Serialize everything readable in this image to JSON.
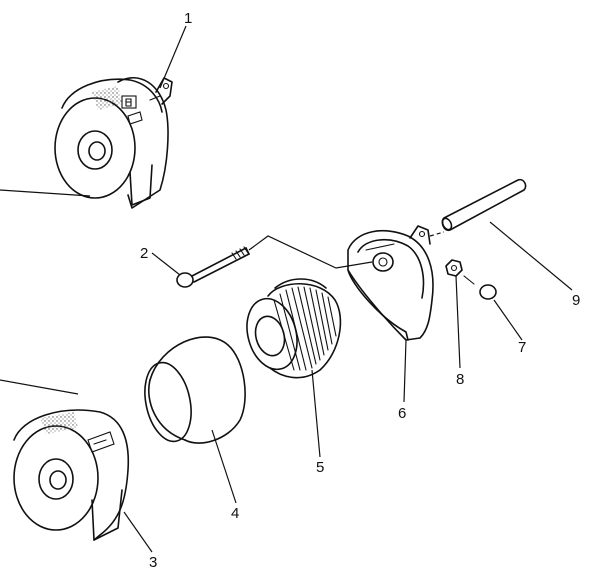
{
  "callouts": [
    {
      "id": "1",
      "label": "1"
    },
    {
      "id": "2",
      "label": "2"
    },
    {
      "id": "3",
      "label": "3"
    },
    {
      "id": "4",
      "label": "4"
    },
    {
      "id": "5",
      "label": "5"
    },
    {
      "id": "6",
      "label": "6"
    },
    {
      "id": "7",
      "label": "7"
    },
    {
      "id": "8",
      "label": "8"
    },
    {
      "id": "9",
      "label": "9"
    }
  ],
  "colors": {
    "ink": "#111111",
    "background": "#ffffff",
    "stipple": "#555555"
  }
}
